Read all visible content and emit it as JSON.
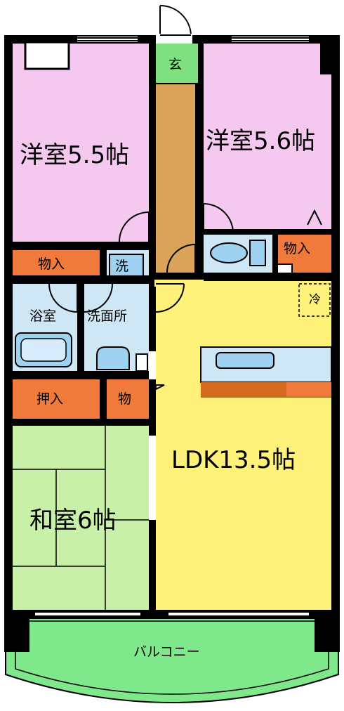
{
  "rooms": {
    "western_room_1": "洋室5.5帖",
    "western_room_2": "洋室5.6帖",
    "entrance": "玄",
    "closet_1": "物入",
    "closet_2": "物入",
    "laundry": "洗",
    "bathroom": "浴室",
    "washroom": "洗面所",
    "oshiire": "押入",
    "storage": "物",
    "washitsu": "和室6帖",
    "ldk": "LDK13.5帖",
    "balcony": "バルコニー",
    "refrigerator": "冷"
  },
  "colors": {
    "western": "#f5c8f0",
    "entrance": "#7fe07f",
    "hall": "#d9a35a",
    "closet": "#f07a3c",
    "wet": "#cfe6f5",
    "fixture": "#9fd2f0",
    "washitsu": "#c8f0a8",
    "ldk": "#fff27a",
    "balcony": "#7fe88a"
  }
}
